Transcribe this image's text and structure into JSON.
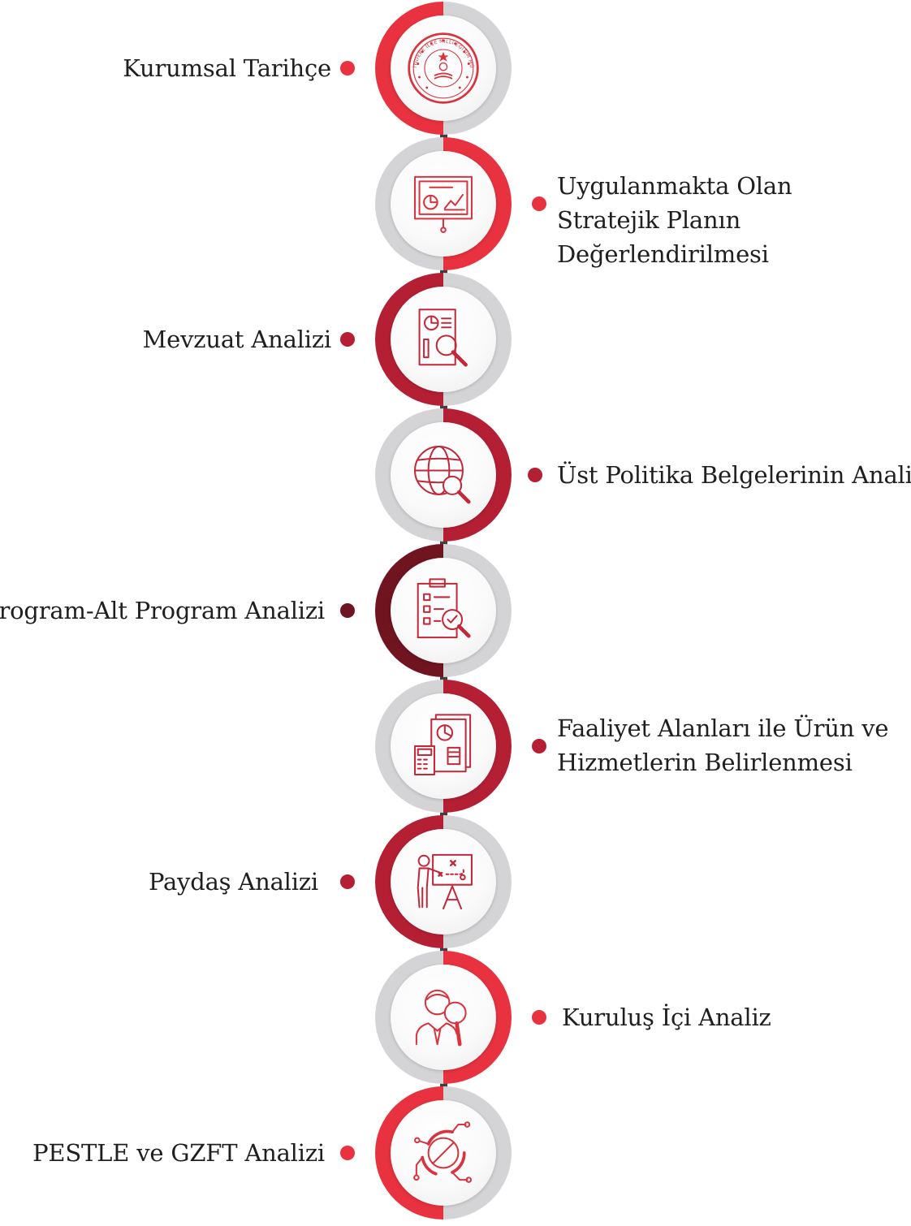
{
  "colors": {
    "red": "#e8323f",
    "crimson": "#b51f34",
    "maroon": "#701420",
    "grey": "#d4d4d6",
    "spine": "#3f3f41"
  },
  "steps": [
    {
      "label": "Kurumsal Tarihçe",
      "side": "left",
      "icon": "ministry-emblem-icon",
      "ring_color": "#e8323f",
      "dot_color": "#e8323f",
      "emblem_text": "İYİDERE İLÇE MİLLİ EĞİTİM MÜDÜRLÜĞÜ"
    },
    {
      "label": "Uygulanmakta Olan Stratejik Planın Değerlendirilmesi",
      "side": "right",
      "icon": "presentation-board-icon",
      "ring_color": "#e8323f",
      "dot_color": "#e8323f"
    },
    {
      "label": "Mevzuat Analizi",
      "side": "left",
      "icon": "document-search-icon",
      "ring_color": "#b51f34",
      "dot_color": "#b51f34"
    },
    {
      "label": "Üst Politika Belgelerinin Analizi",
      "side": "right",
      "icon": "globe-search-icon",
      "ring_color": "#b51f34",
      "dot_color": "#b51f34"
    },
    {
      "label": "Program-Alt Program Analizi",
      "side": "left",
      "icon": "clipboard-check-icon",
      "ring_color": "#701420",
      "dot_color": "#701420"
    },
    {
      "label": "Faaliyet Alanları ile Ürün ve Hizmetlerin Belirlenmesi",
      "side": "right",
      "icon": "report-calculator-icon",
      "ring_color": "#b51f34",
      "dot_color": "#b51f34"
    },
    {
      "label": "Paydaş Analizi",
      "side": "left",
      "icon": "strategy-board-icon",
      "ring_color": "#b51f34",
      "dot_color": "#b51f34"
    },
    {
      "label": "Kuruluş İçi Analiz",
      "side": "right",
      "icon": "person-search-icon",
      "ring_color": "#e8323f",
      "dot_color": "#e8323f"
    },
    {
      "label": "PESTLE ve GZFT Analizi",
      "side": "left",
      "icon": "cycle-network-icon",
      "ring_color": "#e8323f",
      "dot_color": "#e8323f"
    }
  ]
}
